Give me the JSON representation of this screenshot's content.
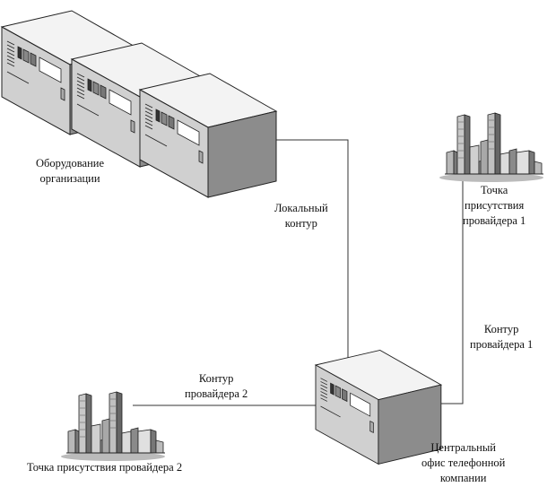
{
  "labels": {
    "org_equipment": [
      "Оборудование",
      "организации"
    ],
    "local_loop": [
      "Локальный",
      "контур"
    ],
    "pop1": [
      "Точка",
      "присутствия",
      "провайдера 1"
    ],
    "provider1_loop": [
      "Контур",
      "провайдера 1"
    ],
    "provider2_loop": [
      "Контур",
      "провайдера 2"
    ],
    "pop2": [
      "Точка присутствия провайдера 2"
    ],
    "central_office": [
      "Центральный",
      "офис телефонной",
      "компании"
    ]
  }
}
